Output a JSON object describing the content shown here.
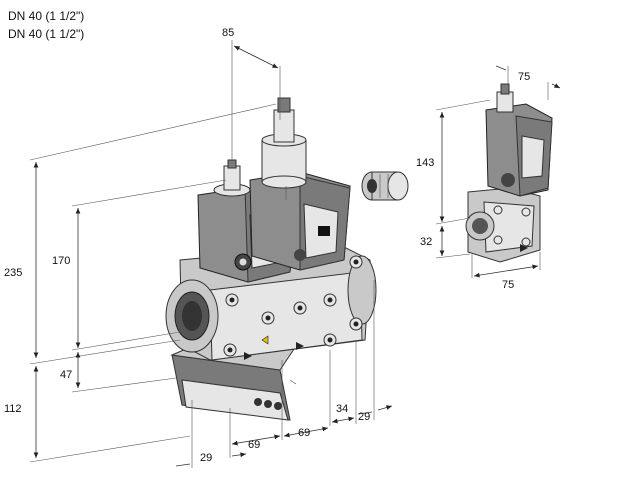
{
  "header": {
    "line1": "DN 40 (1 1/2\")",
    "line2": "DN 40 (1 1/2\")"
  },
  "dimensions": {
    "d85": "85",
    "d75_top": "75",
    "d143": "143",
    "d32": "32",
    "d75_bottom": "75",
    "d235": "235",
    "d170": "170",
    "d47": "47",
    "d112": "112",
    "d29_bottom": "29",
    "d69_left": "69",
    "d69_right": "69",
    "d34": "34",
    "d29_right": "29"
  },
  "colors": {
    "body": "#c9c9c9",
    "coil": "#8d8d8d",
    "dark": "#7a7a7a",
    "line": "#333333"
  }
}
